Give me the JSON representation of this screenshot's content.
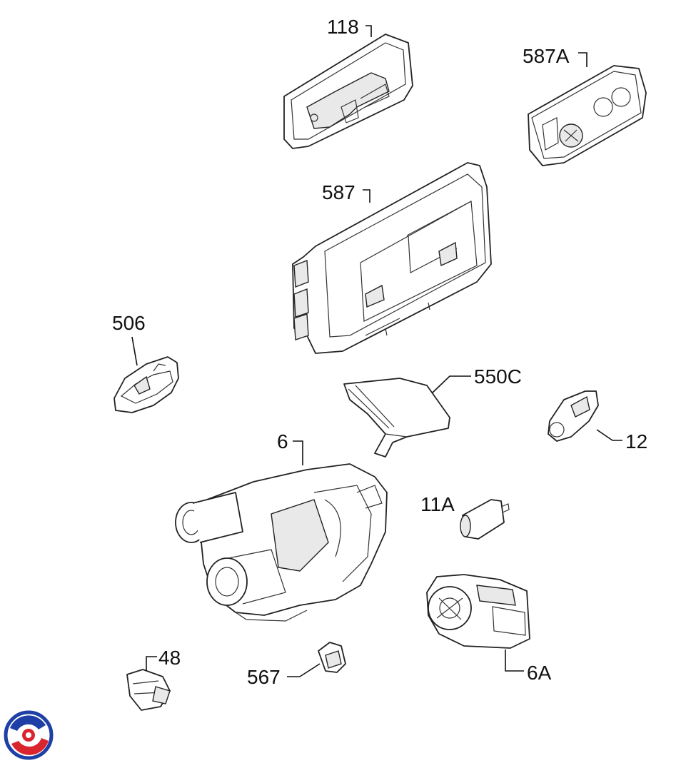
{
  "labels": {
    "l118": "118",
    "l587a": "587A",
    "l587": "587",
    "l506": "506",
    "l550c": "550C",
    "l12": "12",
    "l6": "6",
    "l11a": "11A",
    "l48": "48",
    "l567": "567",
    "l6a": "6A"
  },
  "logo": {
    "colors": [
      "#1d3fa6",
      "#d9262e"
    ]
  }
}
